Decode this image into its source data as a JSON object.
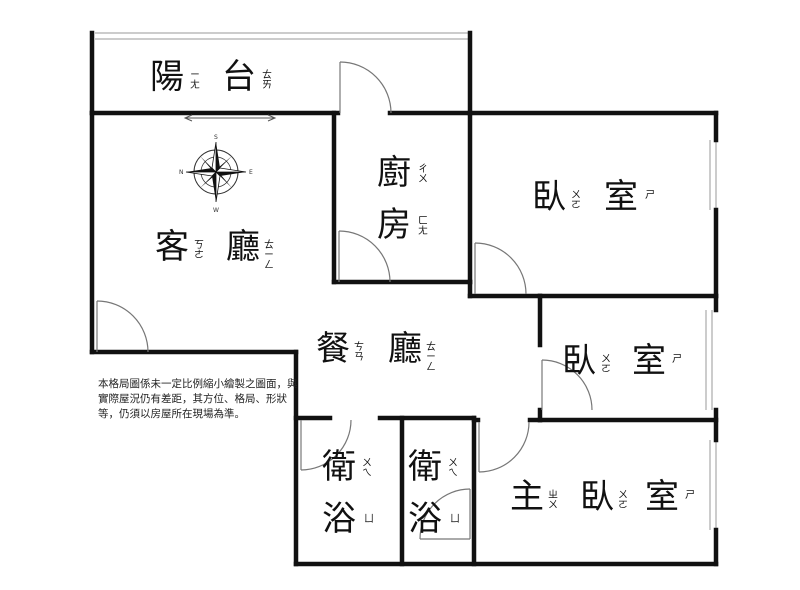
{
  "rooms": {
    "balcony": {
      "name": "陽台",
      "c1": "陽",
      "z1": "ㄧㄤ",
      "c2": "台",
      "z2": "ㄊㄞ"
    },
    "kitchen": {
      "name": "廚房",
      "c1": "廚",
      "z1": "ㄔㄨ",
      "c2": "房",
      "z2": "ㄈㄤ"
    },
    "living": {
      "name": "客廳",
      "c1": "客",
      "z1": "ㄎㄜ",
      "c2": "廳",
      "z2": "ㄊㄧㄥ"
    },
    "dining": {
      "name": "餐廳",
      "c1": "餐",
      "z1": "ㄘㄢ",
      "c2": "廳",
      "z2": "ㄊㄧㄥ"
    },
    "bedroom1": {
      "name": "臥室",
      "c1": "臥",
      "z1": "ㄨㄛ",
      "c2": "室",
      "z2": "ㄕ"
    },
    "bedroom2": {
      "name": "臥室",
      "c1": "臥",
      "z1": "ㄨㄛ",
      "c2": "室",
      "z2": "ㄕ"
    },
    "master": {
      "name": "主臥室",
      "c1": "主",
      "z1": "ㄓㄨ",
      "c2": "臥",
      "z2": "ㄨㄛ",
      "c3": "室",
      "z3": "ㄕ"
    },
    "bath1": {
      "name": "衛浴",
      "c1": "衛",
      "z1": "ㄨㄟ",
      "c2": "浴",
      "z2": "ㄩ"
    },
    "bath2": {
      "name": "衛浴",
      "c1": "衛",
      "z1": "ㄨㄟ",
      "c2": "浴",
      "z2": "ㄩ"
    }
  },
  "compass": {
    "n": "N",
    "e": "E",
    "s": "S",
    "w": "W",
    "icon": "compass-rose-icon"
  },
  "disclaimer": "本格局圖係未一定比例縮小繪製之圖面，與實際屋況仍有差距，其方位、格局、形狀等，仍須以房屋所在現場為準。",
  "colors": {
    "wall": "#111111",
    "door": "#777777",
    "window": "#999999"
  }
}
